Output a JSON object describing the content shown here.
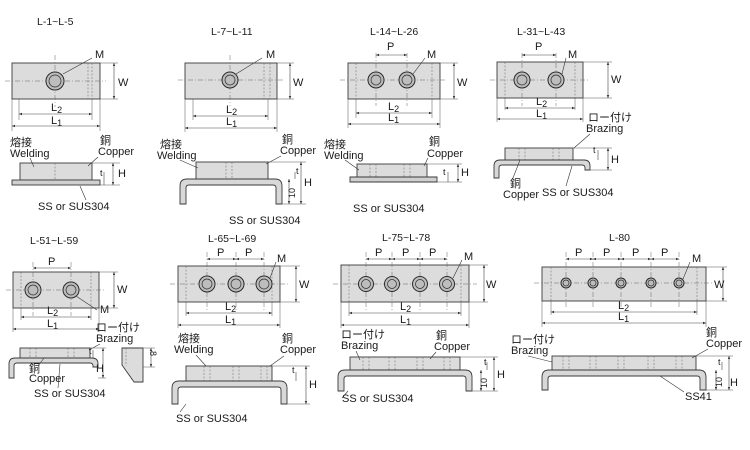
{
  "labels": {
    "hole": "M",
    "width": "W",
    "length_1": "L",
    "length_1_sub": "1",
    "length_2": "L",
    "length_2_sub": "2",
    "pitch": "P",
    "height": "H",
    "thickness": "t",
    "rail_height": "10",
    "side_thickness": "8",
    "welding_jp": "熔接",
    "welding_en": "Welding",
    "brazing_jp": "ロー付け",
    "brazing_en": "Brazing",
    "copper_jp": "銅",
    "copper_en": "Copper",
    "material_ss": "SS or SUS304",
    "material_ss41": "SS41"
  },
  "variants": [
    {
      "range": "L-1~L-5",
      "holes": 1
    },
    {
      "range": "L-7~L-11",
      "holes": 1
    },
    {
      "range": "L-14~L-26",
      "holes": 2
    },
    {
      "range": "L-31~L-43",
      "holes": 2
    },
    {
      "range": "L-51~L-59",
      "holes": 2
    },
    {
      "range": "L-65~L-69",
      "holes": 3
    },
    {
      "range": "L-75~L-78",
      "holes": 4
    },
    {
      "range": "L-80",
      "holes": 5
    }
  ]
}
